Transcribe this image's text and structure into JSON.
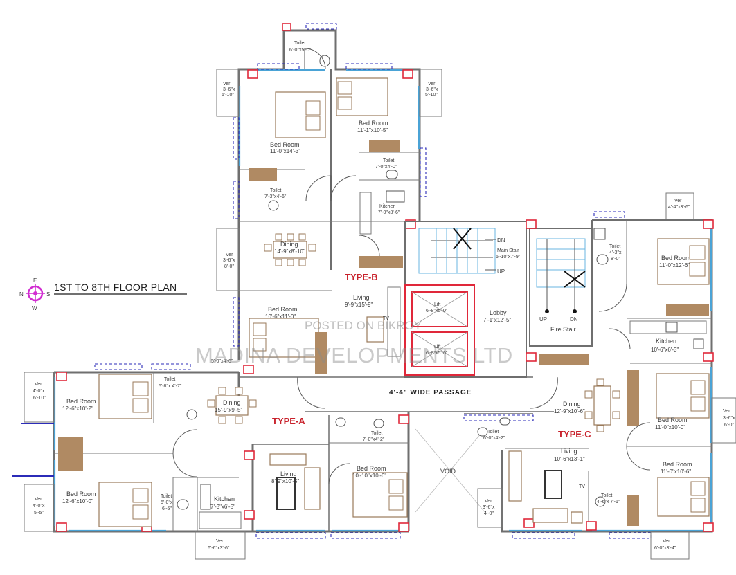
{
  "plan_title": "1ST TO 8TH FLOOR PLAN",
  "compass": {
    "n": "N",
    "e": "E",
    "s": "S",
    "w": "W"
  },
  "watermark": {
    "line1": "POSTED ON BIKROY",
    "line2": "MADINA DEVELOPMENTS LTD"
  },
  "passage_label": "4'-4\" WIDE PASSAGE",
  "void_label": "VOID",
  "types": {
    "a": "TYPE-A",
    "b": "TYPE-B",
    "c": "TYPE-C"
  },
  "type_b": {
    "toilet_top": {
      "name": "Toilet",
      "dim": "6'-0\"x5'-0\""
    },
    "ver_left": {
      "name": "Ver",
      "dim1": "3'-6\"x",
      "dim2": "5'-10\""
    },
    "ver_right": {
      "name": "Ver",
      "dim1": "3'-6\"x",
      "dim2": "5'-10\""
    },
    "bed_left": {
      "name": "Bed Room",
      "dim": "11'-0\"x14'-3\""
    },
    "bed_right": {
      "name": "Bed Room",
      "dim": "11'-1\"x10'-5\""
    },
    "toilet_right": {
      "name": "Toilet",
      "dim": "7'-0\"x4'-0\""
    },
    "toilet_left": {
      "name": "Toilet",
      "dim": "7'-3\"x4'-6\""
    },
    "kitchen": {
      "name": "Kitchen",
      "dim": "7'-0\"x8'-6\""
    },
    "ver_mid": {
      "name": "Ver",
      "dim1": "3'-6\"x",
      "dim2": "8'-0\""
    },
    "dining": {
      "name": "Dining",
      "dim": "14'-9\"x8'-10\""
    },
    "bed_lower": {
      "name": "Bed Room",
      "dim": "10'-6\"x11'-0\""
    },
    "living": {
      "name": "Living",
      "dim": "9'-9\"x15'-9\""
    },
    "ver_small": "5'-0\"x4'-6\""
  },
  "core": {
    "main_stair": {
      "name": "Main Stair",
      "dim": "5'-10\"x7'-9\""
    },
    "dn": "DN",
    "up": "UP",
    "lift1": {
      "name": "Lift",
      "dim": "6'-8\"x5'-0\""
    },
    "lift2": {
      "name": "Lift",
      "dim": "6'-8\"x5'-0\""
    },
    "lobby": {
      "name": "Lobby",
      "dim": "7'-1\"x12'-5\""
    },
    "fire_stair": {
      "name": "Fire Stair",
      "up": "UP",
      "dn": "DN"
    }
  },
  "type_a": {
    "ver_left_top": {
      "name": "Ver",
      "dim1": "4'-0\"x",
      "dim2": "6'-10\""
    },
    "ver_left_bot": {
      "name": "Ver",
      "dim1": "4'-0\"x",
      "dim2": "5'-5\""
    },
    "bed_top": {
      "name": "Bed Room",
      "dim": "12'-6\"x10'-2\""
    },
    "toilet_top": {
      "name": "Toilet",
      "dim": "5'-8\"x 4'-7\""
    },
    "dining": {
      "name": "Dining",
      "dim": "15'-9\"x9'-5\""
    },
    "bed_bot": {
      "name": "Bed Room",
      "dim": "12'-6\"x10'-0\""
    },
    "toilet_bot": {
      "name": "Toilet",
      "dim1": "5'-0\"x",
      "dim2": "6'-5\""
    },
    "kitchen": {
      "name": "Kitchen",
      "dim": "7'-3\"x6'-5\""
    },
    "living": {
      "name": "Living",
      "dim": "8'-9\"x10'-5\""
    },
    "toilet_mid": {
      "name": "Toilet",
      "dim": "7'-0\"x4'-2\""
    },
    "bed_right": {
      "name": "Bed Room",
      "dim": "10'-10\"x10'-6\""
    },
    "ver_bottom": {
      "name": "Ver",
      "dim": "6'-6\"x3'-6\""
    }
  },
  "type_c": {
    "ver_top": {
      "name": "Ver",
      "dim": "4'-4\"x3'-6\""
    },
    "toilet_top": {
      "name": "Toilet",
      "dim1": "4'-3\"x",
      "dim2": "8'-0\""
    },
    "bed_top": {
      "name": "Bed Room",
      "dim": "11'-0\"x12'-6\""
    },
    "kitchen": {
      "name": "Kitchen",
      "dim": "10'-6\"x6'-3\""
    },
    "dining": {
      "name": "Dining",
      "dim": "12'-9\"x10'-6\""
    },
    "bed_mid": {
      "name": "Bed Room",
      "dim": "11'-0\"x10'-0\""
    },
    "ver_right": {
      "name": "Ver",
      "dim1": "3'-6\"x",
      "dim2": "6'-0\""
    },
    "toilet_mid": {
      "name": "Toilet",
      "dim": "6'-0\"x4'-2\""
    },
    "living": {
      "name": "Living",
      "dim": "10'-6\"x13'-1\""
    },
    "bed_bot": {
      "name": "Bed Room",
      "dim": "11'-0\"x10'-6\""
    },
    "toilet_bot": {
      "name": "Toilet",
      "dim": "4'-6\"x 7'-1\""
    },
    "ver_left": {
      "name": "Ver",
      "dim1": "3'-6\"x",
      "dim2": "4'-0\""
    },
    "ver_bottom": {
      "name": "Ver",
      "dim": "6'-0\"x3'-4\""
    }
  },
  "tv": "TV",
  "colors": {
    "wall": "#6f6f6f",
    "column": "#e0283a",
    "window": "#4aa3d6",
    "balcony_dash": "#2b2bb8",
    "furniture": "#9a7a5a",
    "type_label": "#c8202a",
    "compass": "#d12cd1"
  }
}
